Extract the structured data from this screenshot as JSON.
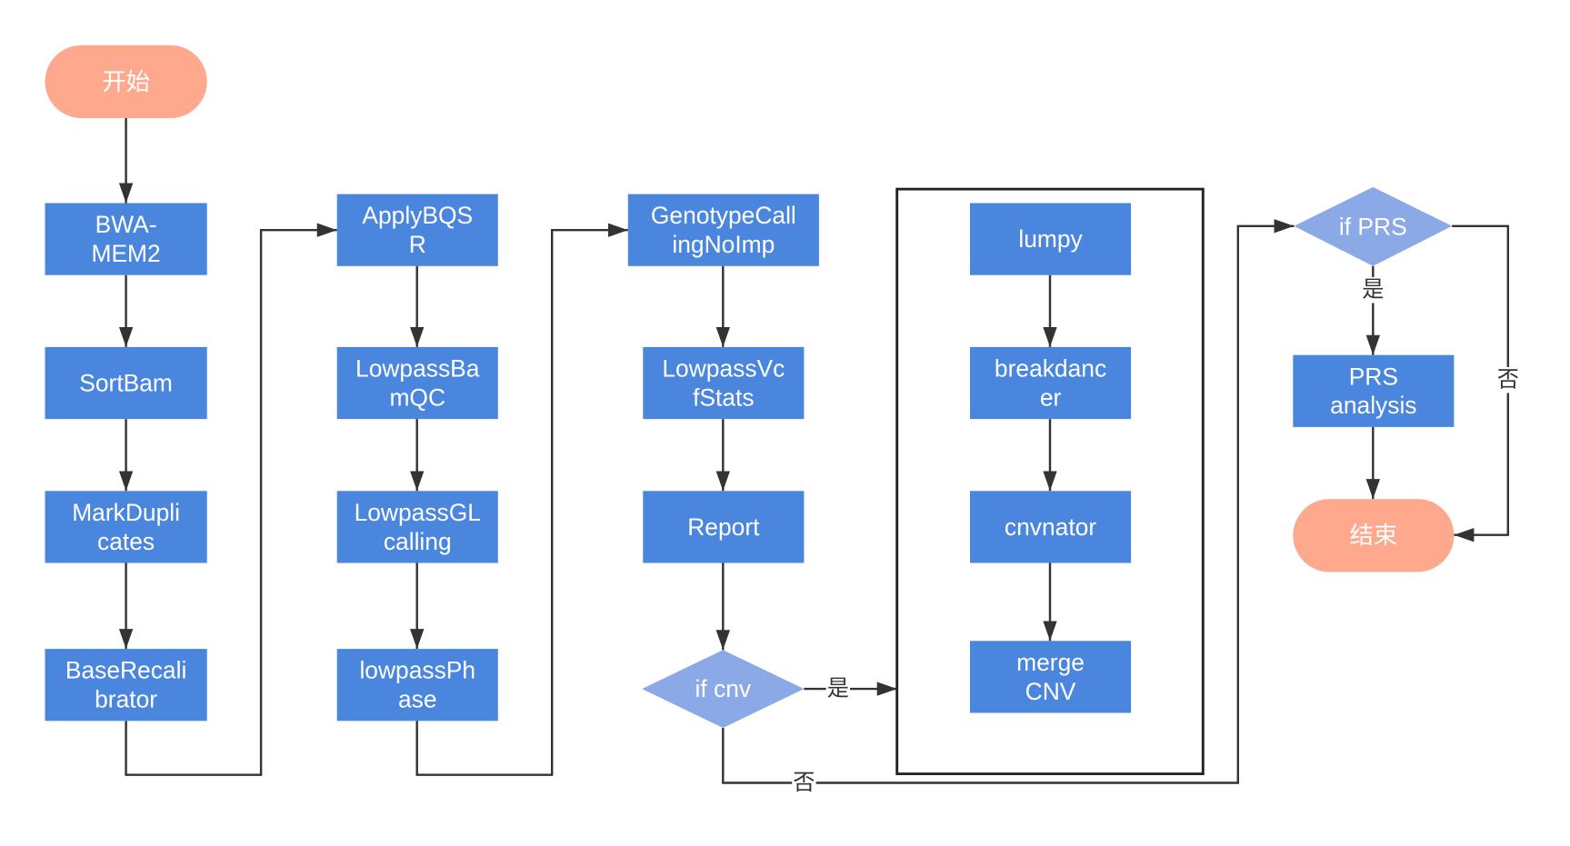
{
  "nodes": {
    "start": {
      "lines": [
        "开始"
      ]
    },
    "bwa_mem2": {
      "lines": [
        "BWA-",
        "MEM2"
      ]
    },
    "sortbam": {
      "lines": [
        "SortBam"
      ]
    },
    "markduplicates": {
      "lines": [
        "MarkDupli",
        "cates"
      ]
    },
    "baserecalibrator": {
      "lines": [
        "BaseRecali",
        "brator"
      ]
    },
    "applybqsr": {
      "lines": [
        "ApplyBQS",
        "R"
      ]
    },
    "lowpassbamqc": {
      "lines": [
        "LowpassBa",
        "mQC"
      ]
    },
    "lowpassglcalling": {
      "lines": [
        "LowpassGL",
        "calling"
      ]
    },
    "lowpassphase": {
      "lines": [
        "lowpassPh",
        "ase"
      ]
    },
    "genotypecallingnoimp": {
      "lines": [
        "GenotypeCall",
        "ingNoImp"
      ]
    },
    "lowpassvcfstats": {
      "lines": [
        "LowpassVc",
        "fStats"
      ]
    },
    "report": {
      "lines": [
        "Report"
      ]
    },
    "if_cnv": {
      "lines": [
        "if cnv"
      ]
    },
    "lumpy": {
      "lines": [
        "lumpy"
      ]
    },
    "breakdancer": {
      "lines": [
        "breakdanc",
        "er"
      ]
    },
    "cnvnator": {
      "lines": [
        "cnvnator"
      ]
    },
    "merge_cnv": {
      "lines": [
        "merge",
        "CNV"
      ]
    },
    "if_prs": {
      "lines": [
        "if PRS"
      ]
    },
    "prs_analysis": {
      "lines": [
        "PRS",
        "analysis"
      ]
    },
    "end": {
      "lines": [
        "结束"
      ]
    }
  },
  "edge_labels": {
    "cnv_yes": "是",
    "cnv_no": "否",
    "prs_yes": "是",
    "prs_no": "否"
  },
  "colors": {
    "process": "#4a86dd",
    "decision": "#8aa9e6",
    "terminal": "#fea98e",
    "line": "#333333",
    "node_text": "#ffffff",
    "group_border": "#222222"
  }
}
